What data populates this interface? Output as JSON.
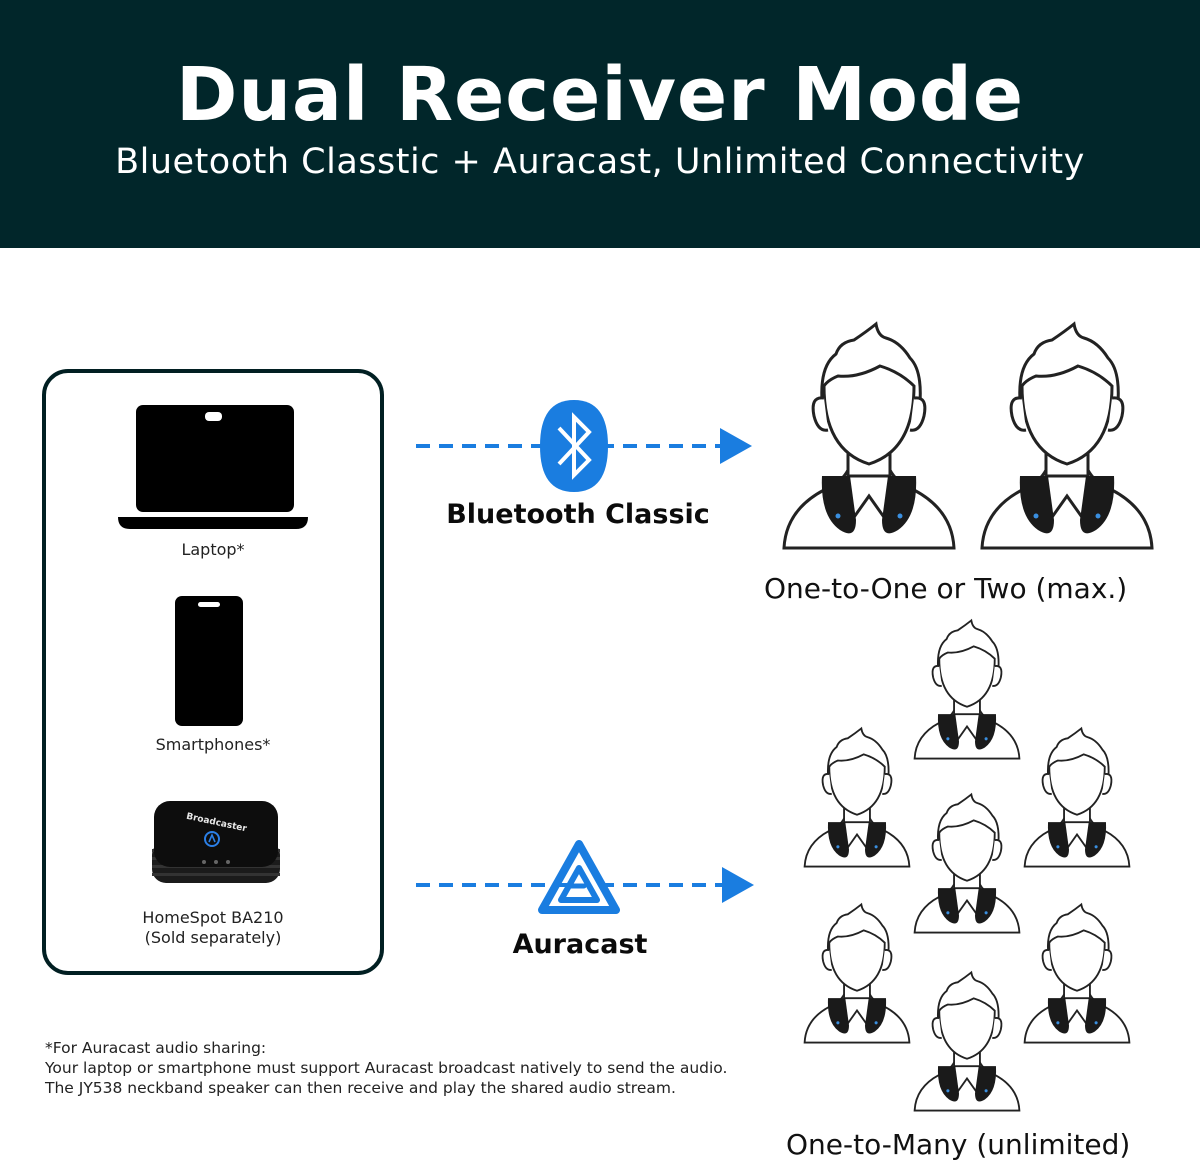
{
  "header": {
    "title": "Dual Receiver Mode",
    "subtitle": "Bluetooth Classtic + Auracast, Unlimited Connectivity"
  },
  "sources": {
    "laptop_label": "Laptop*",
    "smartphone_label": "Smartphones*",
    "broadcaster_label_line1": "HomeSpot BA210",
    "broadcaster_label_line2": "(Sold separately)",
    "broadcaster_device_text": "Broadcaster"
  },
  "links": {
    "bluetooth_label": "Bluetooth Classic",
    "auracast_label": "Auracast"
  },
  "groups": {
    "one_to_two_caption": "One-to-One or Two (max.)",
    "one_to_many_caption": "One-to-Many (unlimited)"
  },
  "footnote": {
    "line1": "*For Auracast audio sharing:",
    "line2": "Your laptop or smartphone must support Auracast broadcast natively to send the audio.",
    "line3": "The JY538 neckband speaker can then receive and play the shared audio stream."
  },
  "colors": {
    "header_bg": "#01262a",
    "accent_blue": "#1a7de0",
    "ink": "#111111"
  },
  "icons": [
    "laptop-icon",
    "smartphone-icon",
    "broadcaster-icon",
    "bluetooth-icon",
    "auracast-icon",
    "person-neckband-icon",
    "arrow-right-icon"
  ]
}
